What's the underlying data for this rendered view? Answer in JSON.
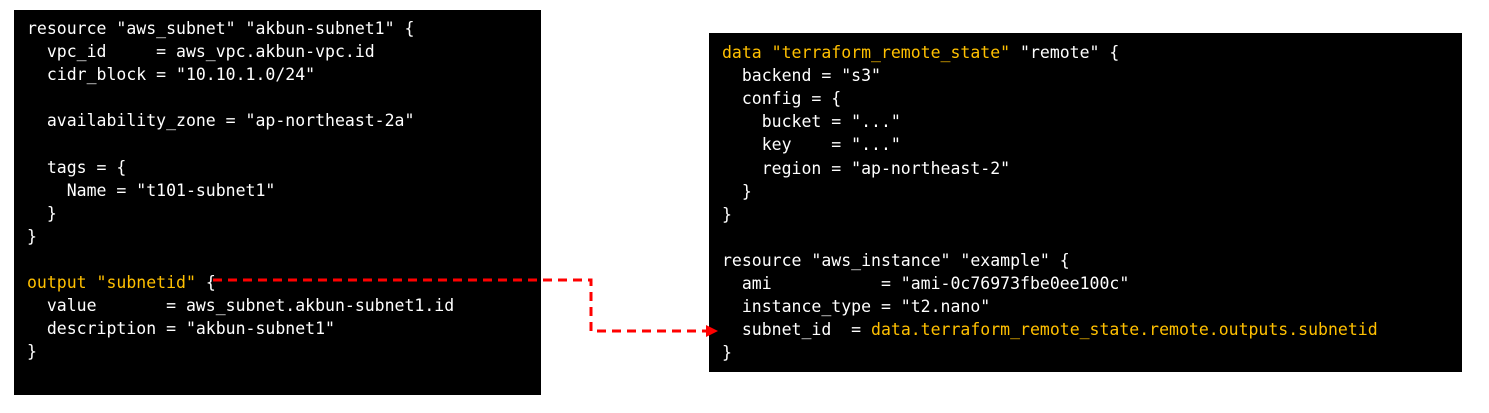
{
  "colors": {
    "background": "#ffffff",
    "panel": "#000000",
    "text": "#ffffff",
    "highlight": "#ffc000",
    "arrow": "#ff0000"
  },
  "left_code": [
    {
      "segments": [
        {
          "text": "resource \"aws_subnet\" \"akbun-subnet1\" {"
        }
      ]
    },
    {
      "segments": [
        {
          "text": "  vpc_id     = aws_vpc.akbun-vpc.id"
        }
      ]
    },
    {
      "segments": [
        {
          "text": "  cidr_block = \"10.10.1.0/24\""
        }
      ]
    },
    {
      "segments": [
        {
          "text": ""
        }
      ]
    },
    {
      "segments": [
        {
          "text": "  availability_zone = \"ap-northeast-2a\""
        }
      ]
    },
    {
      "segments": [
        {
          "text": ""
        }
      ]
    },
    {
      "segments": [
        {
          "text": "  tags = {"
        }
      ]
    },
    {
      "segments": [
        {
          "text": "    Name = \"t101-subnet1\""
        }
      ]
    },
    {
      "segments": [
        {
          "text": "  }"
        }
      ]
    },
    {
      "segments": [
        {
          "text": "}"
        }
      ]
    },
    {
      "segments": [
        {
          "text": ""
        }
      ]
    },
    {
      "segments": [
        {
          "text": "output \"subnetid\" ",
          "hl": true
        },
        {
          "text": "{"
        }
      ]
    },
    {
      "segments": [
        {
          "text": "  value       = aws_subnet.akbun-subnet1.id"
        }
      ]
    },
    {
      "segments": [
        {
          "text": "  description = \"akbun-subnet1\""
        }
      ]
    },
    {
      "segments": [
        {
          "text": "}"
        }
      ]
    }
  ],
  "right_code": [
    {
      "segments": [
        {
          "text": "data \"terraform_remote_state\" ",
          "hl": true
        },
        {
          "text": "\"remote\" {"
        }
      ]
    },
    {
      "segments": [
        {
          "text": "  backend = \"s3\""
        }
      ]
    },
    {
      "segments": [
        {
          "text": "  config = {"
        }
      ]
    },
    {
      "segments": [
        {
          "text": "    bucket = \"...\""
        }
      ]
    },
    {
      "segments": [
        {
          "text": "    key    = \"...\""
        }
      ]
    },
    {
      "segments": [
        {
          "text": "    region = \"ap-northeast-2\""
        }
      ]
    },
    {
      "segments": [
        {
          "text": "  }"
        }
      ]
    },
    {
      "segments": [
        {
          "text": "}"
        }
      ]
    },
    {
      "segments": [
        {
          "text": ""
        }
      ]
    },
    {
      "segments": [
        {
          "text": "resource \"aws_instance\" \"example\" {"
        }
      ]
    },
    {
      "segments": [
        {
          "text": "  ami           = \"ami-0c76973fbe0ee100c\""
        }
      ]
    },
    {
      "segments": [
        {
          "text": "  instance_type = \"t2.nano\""
        }
      ]
    },
    {
      "segments": [
        {
          "text": "  subnet_id  = "
        },
        {
          "text": "data.terraform_remote_state.remote.outputs.subnetid",
          "hl": true
        }
      ]
    },
    {
      "segments": [
        {
          "text": "}"
        }
      ]
    }
  ]
}
